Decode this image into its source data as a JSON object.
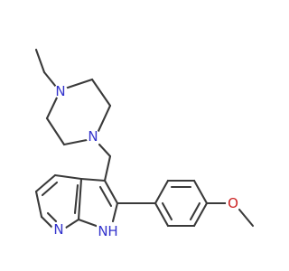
{
  "molecule": {
    "atoms": [
      {
        "id": "N1",
        "label": "N",
        "color": "#3333cc"
      },
      {
        "id": "N4",
        "label": "N",
        "color": "#3333cc"
      },
      {
        "id": "N7",
        "label": "N",
        "color": "#3333cc"
      },
      {
        "id": "NH",
        "label": "H",
        "color": "#3333cc"
      },
      {
        "id": "O",
        "label": "O",
        "color": "#cc2222"
      }
    ]
  }
}
